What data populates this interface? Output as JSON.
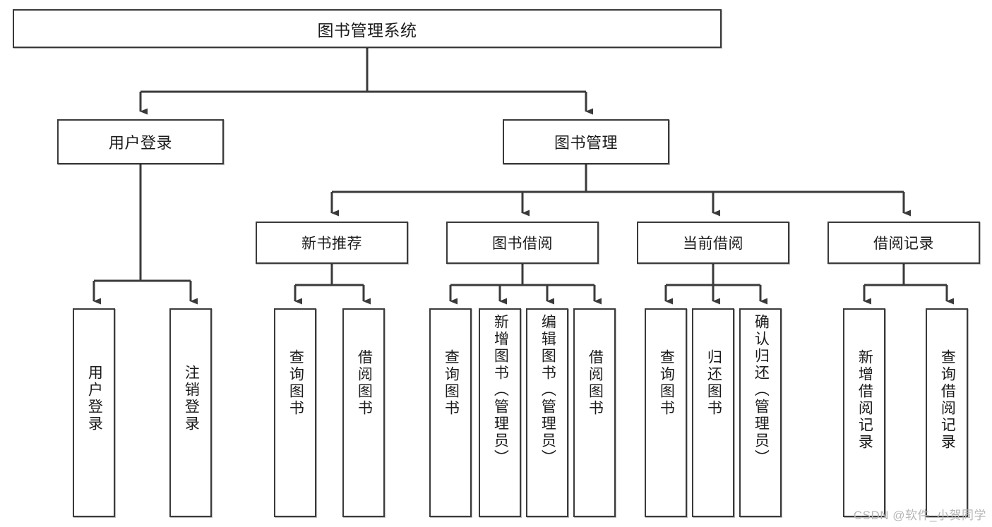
{
  "diagram": {
    "title": "图书管理系统",
    "type": "tree-hierarchy-chart",
    "watermark": "CSDN @软件_小贺同学",
    "colors": {
      "stroke": "#3a3a3a",
      "fill": "#ffffff",
      "text": "#1b1b1b",
      "watermark": "#b6b6b6"
    },
    "root": {
      "id": "root",
      "label": "图书管理系统"
    },
    "level2": [
      {
        "id": "user-login",
        "label": "用户登录"
      },
      {
        "id": "book-manage",
        "label": "图书管理"
      }
    ],
    "level3": [
      {
        "id": "new-book-recommend",
        "label": "新书推荐",
        "parent": "book-manage"
      },
      {
        "id": "book-borrow",
        "label": "图书借阅",
        "parent": "book-manage"
      },
      {
        "id": "current-borrow",
        "label": "当前借阅",
        "parent": "book-manage"
      },
      {
        "id": "borrow-record",
        "label": "借阅记录",
        "parent": "book-manage"
      }
    ],
    "leaves": [
      {
        "id": "leaf-user-login",
        "label": "用户登录",
        "parent": "user-login"
      },
      {
        "id": "leaf-logout-login",
        "label": "注销登录",
        "parent": "user-login"
      },
      {
        "id": "leaf-query-book-1",
        "label": "查询图书",
        "parent": "new-book-recommend"
      },
      {
        "id": "leaf-borrow-book-1",
        "label": "借阅图书",
        "parent": "new-book-recommend"
      },
      {
        "id": "leaf-query-book-2",
        "label": "查询图书",
        "parent": "book-borrow"
      },
      {
        "id": "leaf-add-book",
        "label": "新增图书（管理员）",
        "parent": "book-borrow"
      },
      {
        "id": "leaf-edit-book",
        "label": "编辑图书（管理员）",
        "parent": "book-borrow"
      },
      {
        "id": "leaf-borrow-book-2",
        "label": "借阅图书",
        "parent": "book-borrow"
      },
      {
        "id": "leaf-query-book-3",
        "label": "查询图书",
        "parent": "current-borrow"
      },
      {
        "id": "leaf-return-book",
        "label": "归还图书",
        "parent": "current-borrow"
      },
      {
        "id": "leaf-confirm-return",
        "label": "确认归还（管理员）",
        "parent": "current-borrow"
      },
      {
        "id": "leaf-add-record",
        "label": "新增借阅记录",
        "parent": "borrow-record"
      },
      {
        "id": "leaf-query-record",
        "label": "查询借阅记录",
        "parent": "borrow-record"
      }
    ]
  }
}
